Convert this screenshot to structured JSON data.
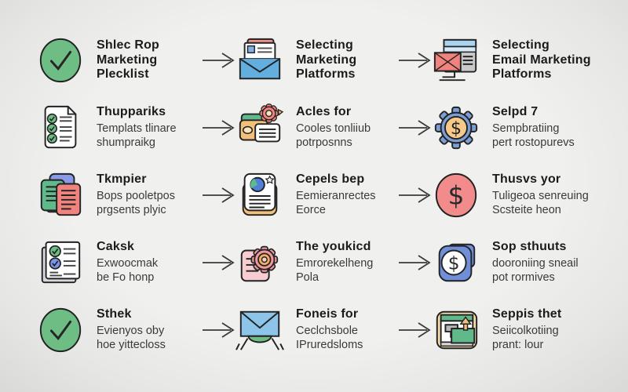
{
  "page": {
    "background": "#ececec",
    "title_color": "#1b1b1b",
    "subtitle_color": "#3a3a3a",
    "arrow_color": "#3a3a3a"
  },
  "palette": {
    "green": "#6dbd85",
    "envelope_blue": "#62aede",
    "light_blue": "#a9d3ee",
    "red_pink": "#f0837e",
    "orange_tan": "#f2c078",
    "gear_blue": "#7b9fd4",
    "doc_blue": "#8b9ae8",
    "soft_pink": "#f7cdd1",
    "square_blue": "#6f8fd8"
  },
  "rows": [
    {
      "cells": [
        {
          "icon": "check-circle",
          "title": "Shlec Rop\nMarketing\nPlecklist",
          "subtitle": ""
        },
        {
          "icon": "envelope-letter",
          "title": "Selecting\nMarketing\nPlatforms",
          "subtitle": ""
        },
        {
          "icon": "monitor-email",
          "title": "Selecting\nEmail Marketing\nPlatforms",
          "subtitle": ""
        }
      ]
    },
    {
      "cells": [
        {
          "icon": "checklist-document",
          "title": "Thuppariks",
          "subtitle": "Templats tlinare\nshumpraikg"
        },
        {
          "icon": "folder-gear",
          "title": "Acles for",
          "subtitle": "Cooles tonliiub\npotrposnns"
        },
        {
          "icon": "gear-dollar",
          "title": "Selpd 7",
          "subtitle": "Sempbratiing\npert rostopurevs"
        }
      ]
    },
    {
      "cells": [
        {
          "icon": "stacked-documents",
          "title": "Tkmpier",
          "subtitle": "Bops pooletpos\nprgsents plyic"
        },
        {
          "icon": "report-card",
          "title": "Cepels bep",
          "subtitle": "Eemieranrectes\nEorce"
        },
        {
          "icon": "dollar-circle",
          "title": "Thusvs yor",
          "subtitle": "Tuligeoa senreuing\nScsteite heon"
        }
      ]
    },
    {
      "cells": [
        {
          "icon": "checklist-card",
          "title": "Caksk",
          "subtitle": "Exwoocmak\nbe Fo honp"
        },
        {
          "icon": "document-gear",
          "title": "The youkicd",
          "subtitle": "Emrorekelheng\nPola"
        },
        {
          "icon": "dollar-square",
          "title": "Sop sthuuts",
          "subtitle": "dooroniing sneail\npot rormives"
        }
      ]
    },
    {
      "cells": [
        {
          "icon": "check-circle",
          "title": "Sthek",
          "subtitle": "Evienyos oby\nhoe yittecloss"
        },
        {
          "icon": "envelope-stand",
          "title": "Foneis for",
          "subtitle": "Ceclchsbole\nIPruredsloms"
        },
        {
          "icon": "laptop-export",
          "title": "Seppis thet",
          "subtitle": "Seiicolkotiing\nprant: lour"
        }
      ]
    }
  ]
}
